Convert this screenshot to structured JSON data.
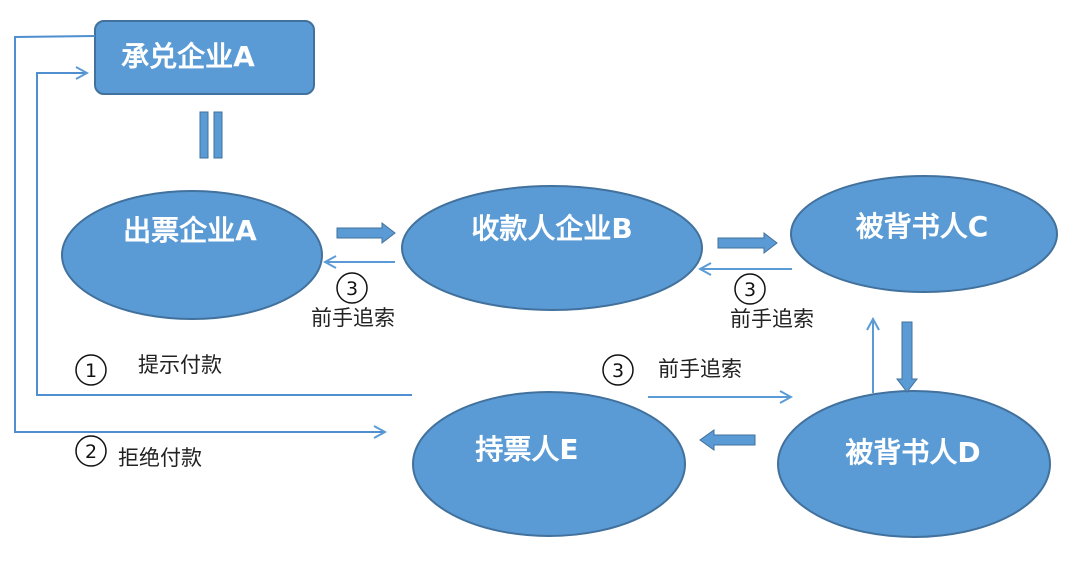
{
  "colors": {
    "node_fill": "#5b9bd5",
    "node_stroke": "#41719c",
    "arrow": "#5b9bd5",
    "connector": "#4f8fd0",
    "label": "#222222"
  },
  "nodes": {
    "acceptor": "承兑企业A",
    "drawer": "出票企业A",
    "payee": "收款人企业B",
    "endorsee_c": "被背书人C",
    "endorsee_d": "被背书人D",
    "holder": "持票人E"
  },
  "steps": {
    "present_payment": {
      "num": "1",
      "label": "提示付款"
    },
    "refuse_payment": {
      "num": "2",
      "label": "拒绝付款"
    },
    "recourse_b_to_a": {
      "num": "3",
      "label": "前手追索"
    },
    "recourse_c_to_b": {
      "num": "3",
      "label": "前手追索"
    },
    "recourse_e_to_c": {
      "num": "3",
      "label": "前手追索"
    }
  }
}
